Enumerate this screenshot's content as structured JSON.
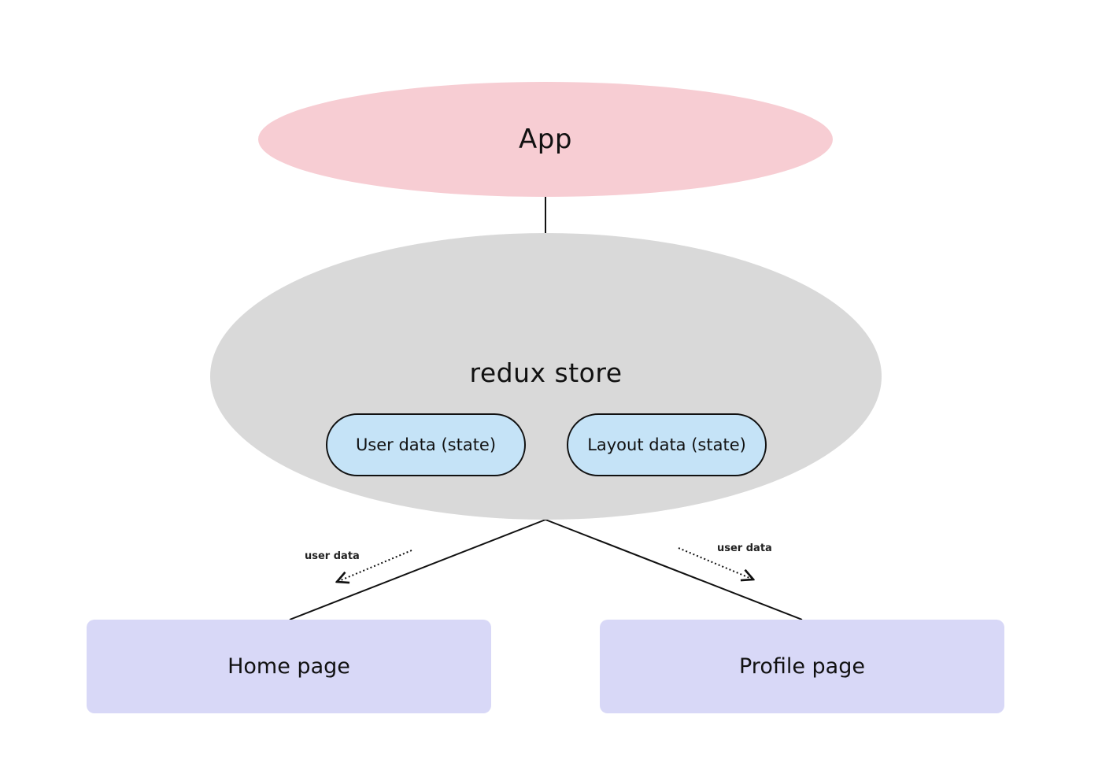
{
  "colors": {
    "app_fill": "#f7cdd3",
    "store_fill": "#d9d9d9",
    "state_fill": "#c5e3f7",
    "page_fill": "#d8d8f7",
    "line": "#111111"
  },
  "nodes": {
    "app": {
      "label": "App"
    },
    "store": {
      "label": "redux store",
      "states": [
        {
          "label": "User data (state)"
        },
        {
          "label": "Layout data (state)"
        }
      ]
    },
    "home": {
      "label": "Home page"
    },
    "profile": {
      "label": "Profile page"
    }
  },
  "edges": [
    {
      "from": "app",
      "to": "store",
      "style": "solid"
    },
    {
      "from": "store",
      "to": "home",
      "style": "solid"
    },
    {
      "from": "store",
      "to": "profile",
      "style": "solid"
    }
  ],
  "flows": [
    {
      "label": "user data",
      "toward": "home",
      "style": "dotted-arrow"
    },
    {
      "label": "user data",
      "toward": "profile",
      "style": "dotted-arrow"
    }
  ]
}
